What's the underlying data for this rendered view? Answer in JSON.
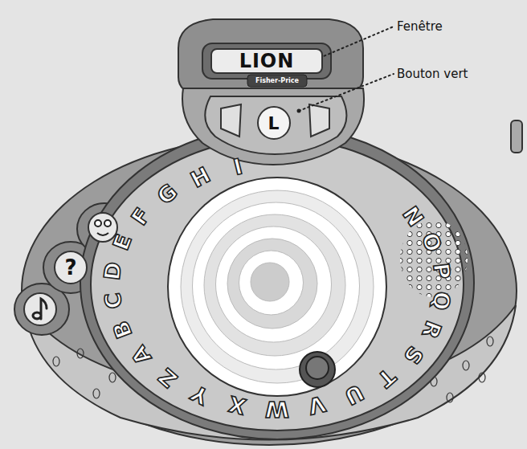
{
  "diagram": {
    "nodes": [
      {
        "text": [
          "LION"
        ]
      },
      {
        "text": [
          "L"
        ]
      }
    ],
    "labels": [
      "Fenêtre",
      "Bouton vert",
      "Fisher-Price",
      "?",
      "A",
      "B",
      "C",
      "D",
      "E",
      "F",
      "G",
      "H",
      "I",
      "N",
      "O",
      "P",
      "Q",
      "R",
      "S",
      "T",
      "U",
      "V",
      "W",
      "X",
      "Y",
      "Z"
    ]
  }
}
